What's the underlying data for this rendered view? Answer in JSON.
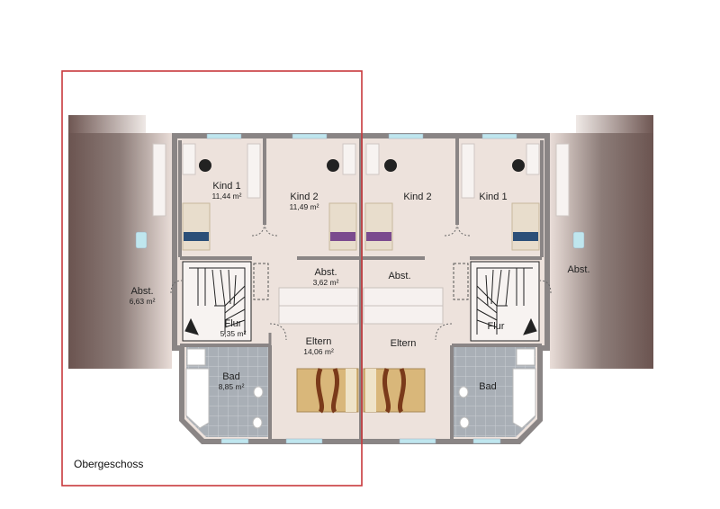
{
  "floor_label": "Obergeschoss",
  "rooms": {
    "kind1_left": {
      "name": "Kind 1",
      "area": "11,44 m²"
    },
    "kind2_left": {
      "name": "Kind 2",
      "area": "11,49 m²"
    },
    "abst_left": {
      "name": "Abst.",
      "area": "6,63 m²"
    },
    "abst_center_left": {
      "name": "Abst.",
      "area": "3,62 m²"
    },
    "flur_left": {
      "name": "Flur",
      "area": "5,35 m²"
    },
    "eltern_left": {
      "name": "Eltern",
      "area": "14,06 m²"
    },
    "bad_left": {
      "name": "Bad",
      "area": "8,85 m²"
    },
    "kind2_right": {
      "name": "Kind 2"
    },
    "kind1_right": {
      "name": "Kind 1"
    },
    "abst_center_right": {
      "name": "Abst."
    },
    "abst_right": {
      "name": "Abst."
    },
    "flur_right": {
      "name": "Flur"
    },
    "eltern_right": {
      "name": "Eltern"
    },
    "bad_right": {
      "name": "Bad"
    }
  },
  "colors": {
    "floor": "#ede2dc",
    "walls": "#8a8585",
    "roof": "#6f5a55",
    "tile": "#a9afb6",
    "window": "#bfe6ee",
    "highlight_frame": "#c8383c",
    "bed_wood": "#7a3a1a",
    "bedding": "#d9b77a",
    "chair_blue": "#2b4f78",
    "chair_purple": "#7b4a8e"
  }
}
